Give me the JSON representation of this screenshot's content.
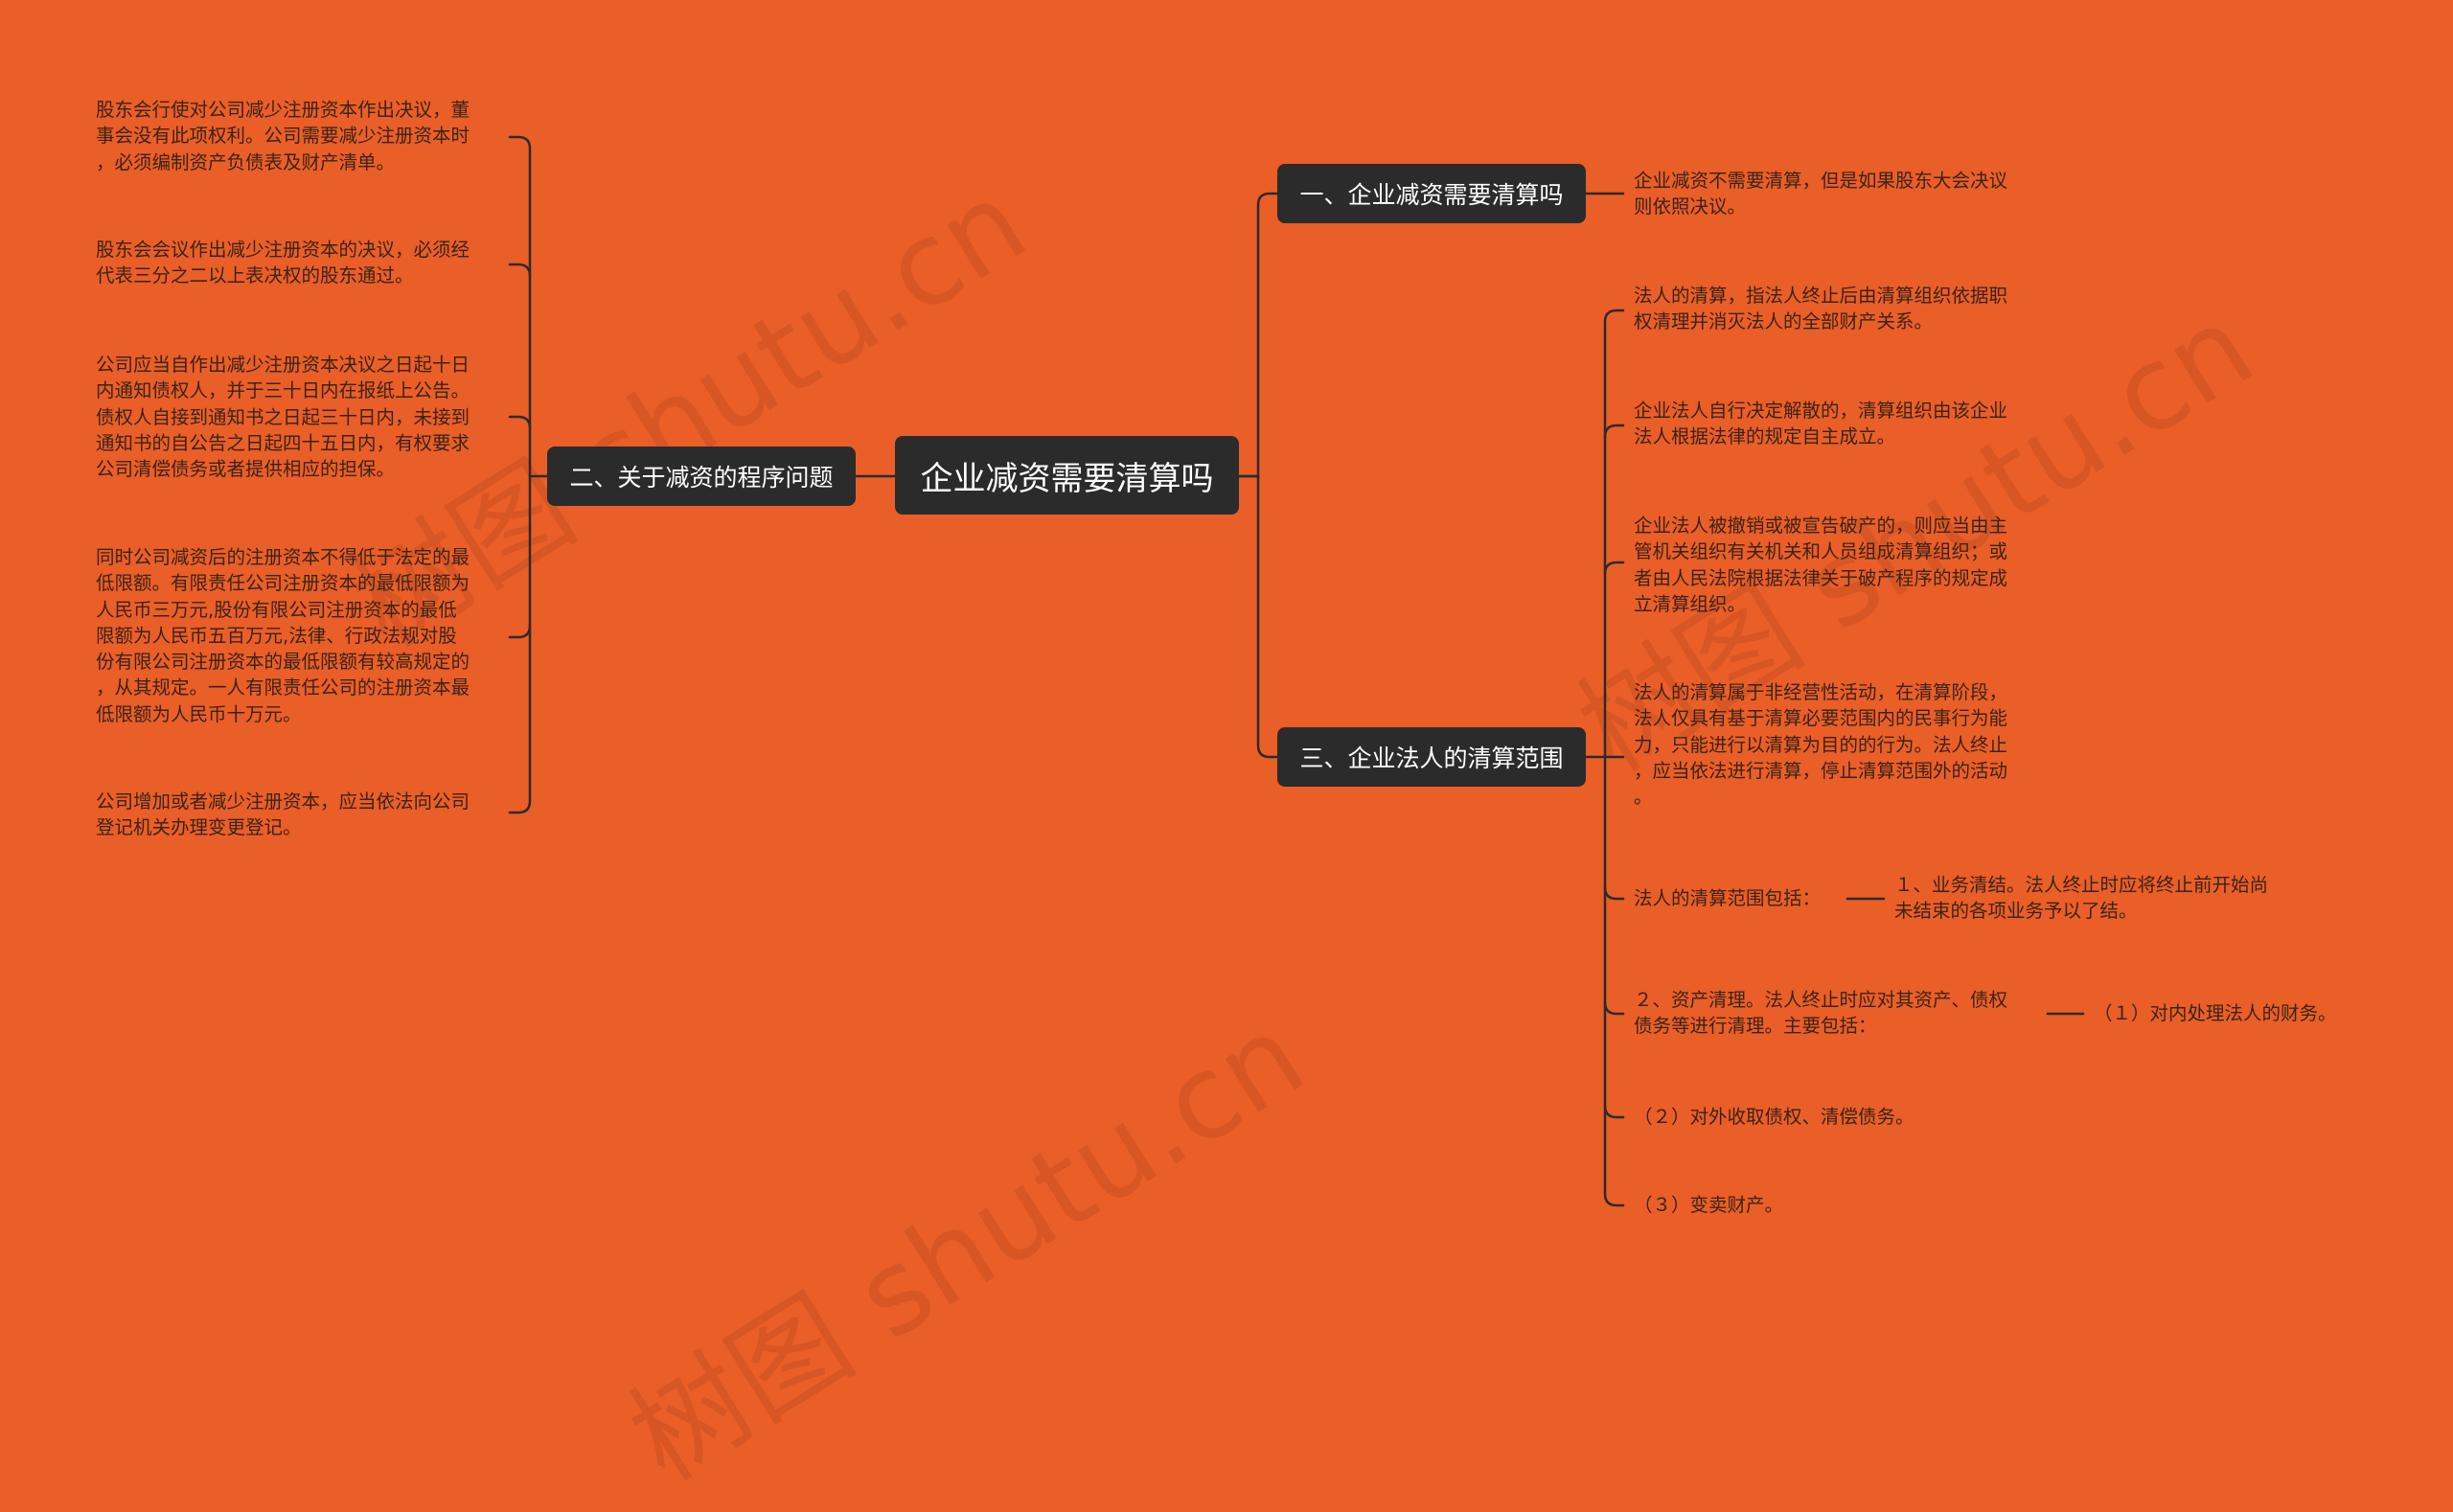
{
  "colors": {
    "background": "#EA5E28",
    "node_fill": "#2B2B2B",
    "node_text": "#FFFFFF",
    "leaf_text": "#3A2418",
    "line": "#2B2B2B"
  },
  "root": {
    "label": "企业减资需要清算吗"
  },
  "branches": {
    "b1": {
      "label": "一、企业减资需要清算吗",
      "leaves": [
        "企业减资不需要清算，但是如果股东大会决议\n则依照决议。"
      ]
    },
    "b2": {
      "label": "二、关于减资的程序问题",
      "leaves": [
        "股东会行使对公司减少注册资本作出决议，董\n事会没有此项权利。公司需要减少注册资本时\n，必须编制资产负债表及财产清单。",
        "股东会会议作出减少注册资本的决议，必须经\n代表三分之二以上表决权的股东通过。",
        "公司应当自作出减少注册资本决议之日起十日\n内通知债权人，并于三十日内在报纸上公告。\n债权人自接到通知书之日起三十日内，未接到\n通知书的自公告之日起四十五日内，有权要求\n公司清偿债务或者提供相应的担保。",
        "同时公司减资后的注册资本不得低于法定的最\n低限额。有限责任公司注册资本的最低限额为\n人民币三万元,股份有限公司注册资本的最低\n限额为人民币五百万元,法律、行政法规对股\n份有限公司注册资本的最低限额有较高规定的\n，从其规定。一人有限责任公司的注册资本最\n低限额为人民币十万元。",
        "公司增加或者减少注册资本，应当依法向公司\n登记机关办理变更登记。"
      ]
    },
    "b3": {
      "label": "三、企业法人的清算范围",
      "leaves": [
        "法人的清算，指法人终止后由清算组织依据职\n权清理并消灭法人的全部财产关系。",
        "企业法人自行决定解散的，清算组织由该企业\n法人根据法律的规定自主成立。",
        "企业法人被撤销或被宣告破产的，则应当由主\n管机关组织有关机关和人员组成清算组织；或\n者由人民法院根据法律关于破产程序的规定成\n立清算组织。",
        "法人的清算属于非经营性活动，在清算阶段，\n法人仅具有基于清算必要范围内的民事行为能\n力，只能进行以清算为目的的行为。法人终止\n，应当依法进行清算，停止清算范围外的活动\n。",
        "法人的清算范围包括：",
        "２、资产清理。法人终止时应对其资产、债权\n债务等进行清理。主要包括：",
        "（２）对外收取债权、清偿债务。",
        "（３）变卖财产。"
      ],
      "sub_leaf_scope": "１、业务清结。法人终止时应将终止前开始尚\n未结束的各项业务予以了结。",
      "sub_leaf_assets": "（１）对内处理法人的财务。"
    }
  },
  "watermark": "树图 shutu.cn"
}
